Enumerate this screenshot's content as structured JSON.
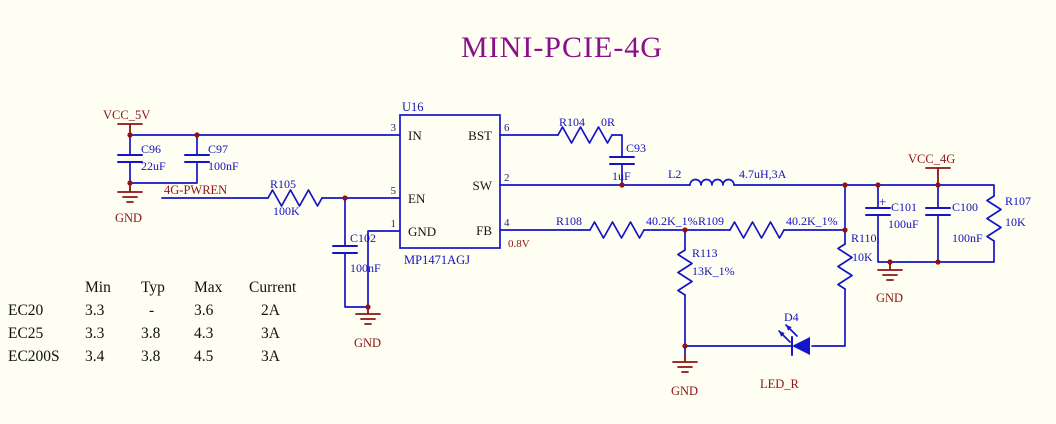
{
  "title": "MINI-PCIE-4G",
  "nets": {
    "vcc_5v": "VCC_5V",
    "vcc_4g": "VCC_4G",
    "pwren": "4G-PWREN",
    "gnd": "GND",
    "led": "LED_R",
    "fb_voltage": "0.8V"
  },
  "ic": {
    "ref": "U16",
    "part": "MP1471AGJ",
    "pins": {
      "in": {
        "num": "3",
        "name": "IN"
      },
      "en": {
        "num": "5",
        "name": "EN"
      },
      "gnd": {
        "num": "1",
        "name": "GND"
      },
      "bst": {
        "num": "6",
        "name": "BST"
      },
      "sw": {
        "num": "2",
        "name": "SW"
      },
      "fb": {
        "num": "4",
        "name": "FB"
      }
    }
  },
  "components": {
    "c96": {
      "ref": "C96",
      "value": "22uF"
    },
    "c97": {
      "ref": "C97",
      "value": "100nF"
    },
    "r105": {
      "ref": "R105",
      "value": "100K"
    },
    "c102": {
      "ref": "C102",
      "value": "100nF"
    },
    "r104": {
      "ref": "R104",
      "value": "0R"
    },
    "c93": {
      "ref": "C93",
      "value": "1uF"
    },
    "l2": {
      "ref": "L2",
      "value": "4.7uH,3A"
    },
    "r108": {
      "ref": "R108",
      "value": "40.2K_1%"
    },
    "r109": {
      "ref": "R109",
      "value": "40.2K_1%"
    },
    "r113": {
      "ref": "R113",
      "value": "13K_1%"
    },
    "r110": {
      "ref": "R110",
      "value": "10K"
    },
    "r107": {
      "ref": "R107",
      "value": "10K"
    },
    "c101": {
      "ref": "C101",
      "value": "100uF",
      "polarity": "+"
    },
    "c100": {
      "ref": "C100",
      "value": "100nF"
    },
    "d4": {
      "ref": "D4"
    }
  },
  "table": {
    "headers": [
      "Min",
      "Typ",
      "Max",
      "Current"
    ],
    "rows": [
      {
        "name": "EC20",
        "min": "3.3",
        "typ": "-",
        "max": "3.6",
        "current": "2A"
      },
      {
        "name": "EC25",
        "min": "3.3",
        "typ": "3.8",
        "max": "4.3",
        "current": "3A"
      },
      {
        "name": "EC200S",
        "min": "3.4",
        "typ": "3.8",
        "max": "4.5",
        "current": "3A"
      }
    ]
  },
  "colors": {
    "wire": "#1414c8",
    "power": "#8c1414",
    "title": "#8b0f8b",
    "background": "#fffef2"
  }
}
